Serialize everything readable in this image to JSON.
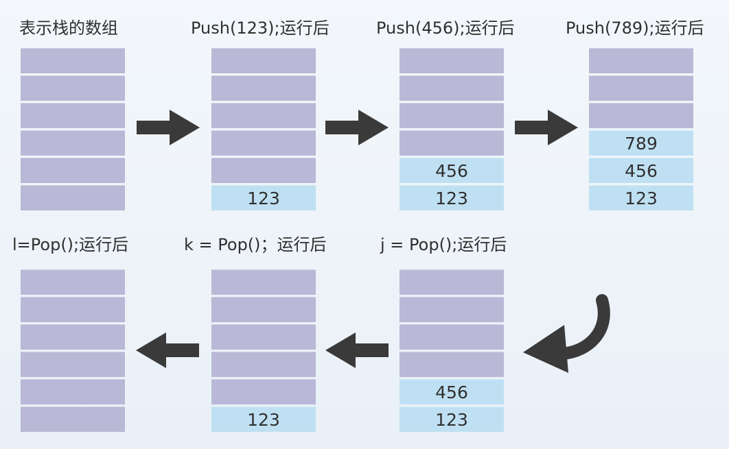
{
  "frames": [
    {
      "label": "表示栈的数组",
      "values": []
    },
    {
      "label": "Push(123);运行后",
      "values": [
        "123"
      ]
    },
    {
      "label": "Push(456);运行后",
      "values": [
        "123",
        "456"
      ]
    },
    {
      "label": "Push(789);运行后",
      "values": [
        "123",
        "456",
        "789"
      ]
    },
    {
      "label": "j = Pop();运行后",
      "values": [
        "123",
        "456"
      ]
    },
    {
      "label": "k = Pop()；运行后",
      "values": [
        "123"
      ]
    },
    {
      "label": "l=Pop();运行后",
      "values": []
    }
  ],
  "colors": {
    "empty_cell": "#b9b8d6",
    "filled_cell": "#bfe0f2",
    "arrow": "#3a3a3a"
  },
  "icons": [
    "right-arrow-icon",
    "left-arrow-icon",
    "curved-arrow-icon"
  ]
}
